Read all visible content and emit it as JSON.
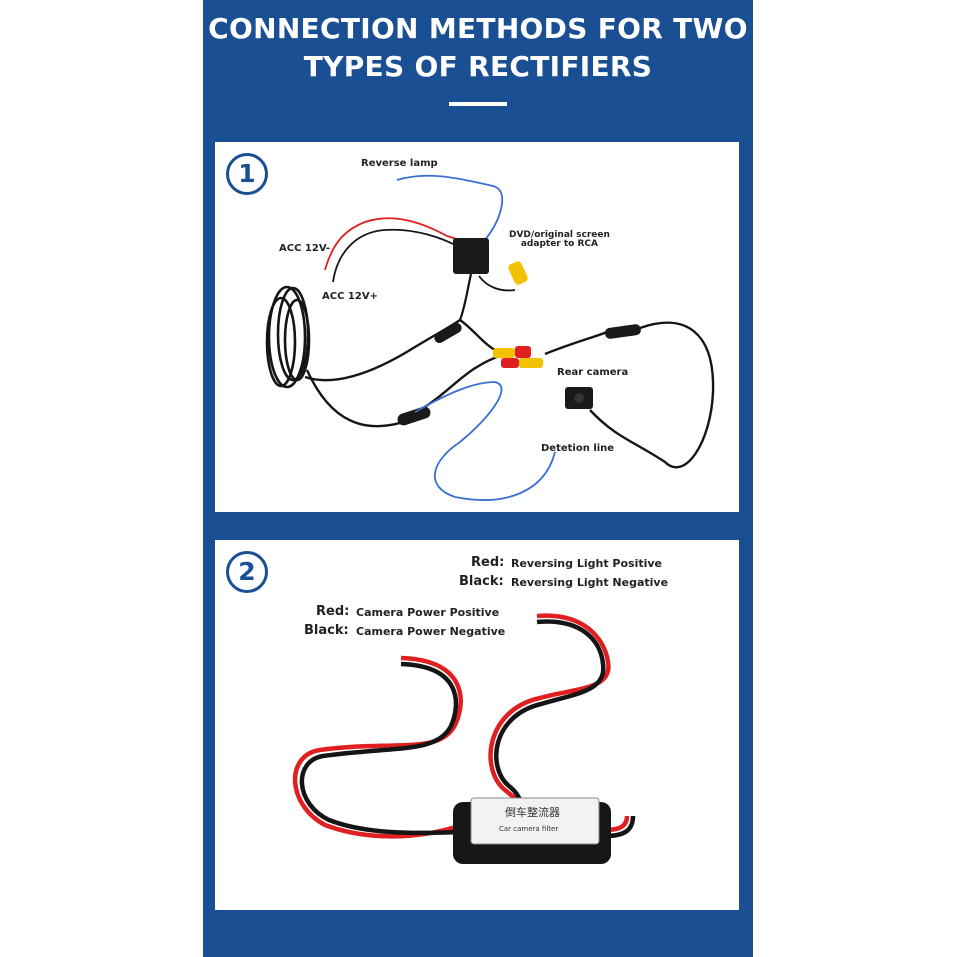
{
  "title": {
    "line1": "CONNECTION METHODS FOR TWO",
    "line2": "TYPES OF RECTIFIERS"
  },
  "diagram1": {
    "number": "1",
    "labels": {
      "reverse_lamp": "Reverse lamp",
      "acc_minus": "ACC 12V-",
      "acc_plus": "ACC 12V+",
      "dvd_line1": "DVD/original screen",
      "dvd_line2": "adapter to RCA",
      "rear_camera": "Rear camera",
      "detection_line": "Detetion line"
    }
  },
  "diagram2": {
    "number": "2",
    "reversing": {
      "red_key": "Red:",
      "red_value": "Reversing Light Positive",
      "black_key": "Black:",
      "black_value": "Reversing Light Negative"
    },
    "camera": {
      "red_key": "Red:",
      "red_value": "Camera Power Positive",
      "black_key": "Black:",
      "black_value": "Camera Power Negative"
    },
    "device": {
      "chinese_label": "倒车整流器",
      "english_label": "Car camera filter"
    }
  },
  "colors": {
    "frame": "#1b4f93",
    "wire_red": "#e02020",
    "wire_black": "#151515",
    "wire_blue": "#3a6fd0",
    "rca_yellow": "#f2c200"
  }
}
